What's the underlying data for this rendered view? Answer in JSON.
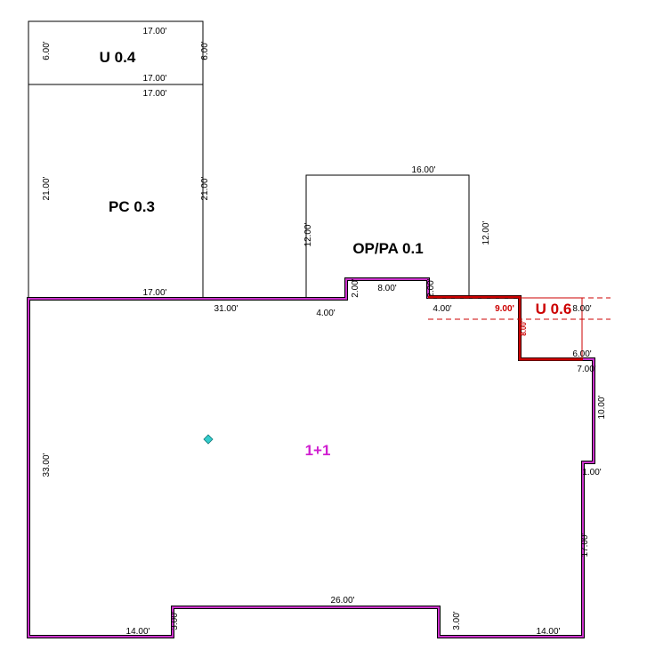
{
  "areas": {
    "u04": {
      "label": "U 0.4",
      "dims": {
        "top": "17.00'",
        "left": "6.00'",
        "right": "6.00'",
        "bottom": "17.00'"
      }
    },
    "pc03": {
      "label": "PC 0.3",
      "dims": {
        "top": "17.00'",
        "left": "21.00'",
        "right": "21.00'",
        "bottom": "17.00'"
      }
    },
    "oppa01": {
      "label": "OP/PA 0.1",
      "dims": {
        "top": "16.00'",
        "left": "12.00'",
        "right": "12.00'"
      }
    },
    "u06": {
      "label": "U 0.6",
      "dims": {
        "top_left": "9.00'",
        "top_right": "8.00'",
        "left": "8.00'",
        "bottom": "6.00'"
      }
    },
    "main": {
      "label": "1+1",
      "dims": {
        "top_long": "31.00'",
        "top_step": "4.00'",
        "notch_up_left": "2.00'",
        "notch_top": "8.00'",
        "notch_up_right": "2.00'",
        "top_right_step": "4.00'",
        "right_step": "7.00'",
        "right_upper": "10.00'",
        "right_jog": "1.00'",
        "right_lower": "17.00'",
        "left": "33.00'",
        "bottom_left": "14.00'",
        "bottom_notch_left": "3.00'",
        "bottom_notch": "26.00'",
        "bottom_notch_right": "3.00'",
        "bottom_right": "14.00'"
      }
    }
  },
  "colors": {
    "outline": "#000000",
    "main_outline": "#cc33cc",
    "u06": "#cc0000",
    "marker": "#33cccc"
  }
}
